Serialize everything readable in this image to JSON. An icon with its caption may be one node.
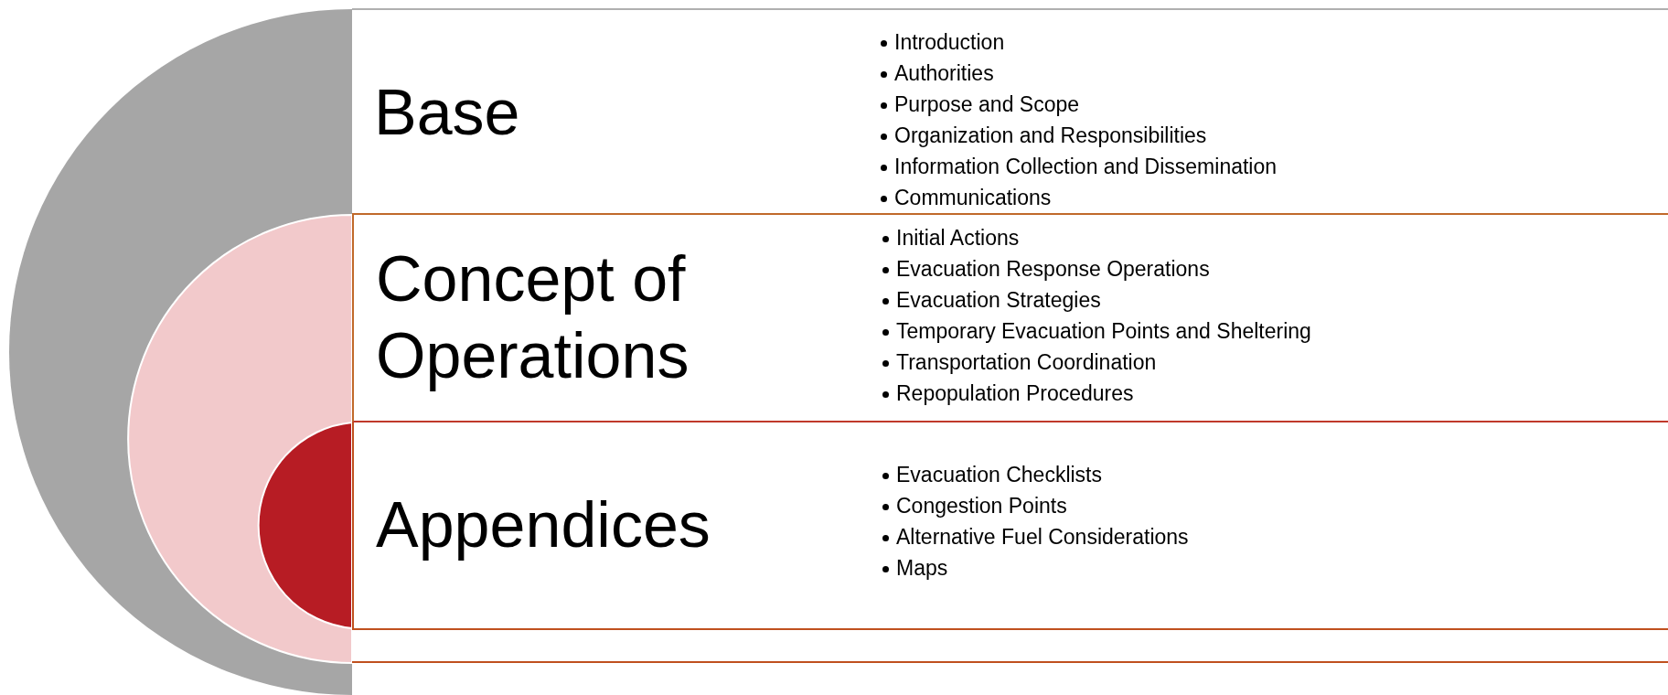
{
  "diagram": {
    "nodes": [
      {
        "text": [
          "Base",
          "Introduction",
          "Authorities",
          "Purpose and Scope",
          "Organization and Responsibilities",
          "Information Collection and Dissemination",
          "Communications"
        ]
      },
      {
        "text": [
          "Concept of Operations",
          "Initial Actions",
          "Evacuation Response Operations",
          "Evacuation Strategies",
          "Temporary Evacuation Points and Sheltering",
          "Transportation Coordination",
          "Repopulation Procedures"
        ]
      },
      {
        "text": [
          "Appendices",
          "Evacuation Checklists",
          "Congestion Points",
          "Alternative Fuel Considerations",
          "Maps"
        ]
      }
    ]
  }
}
